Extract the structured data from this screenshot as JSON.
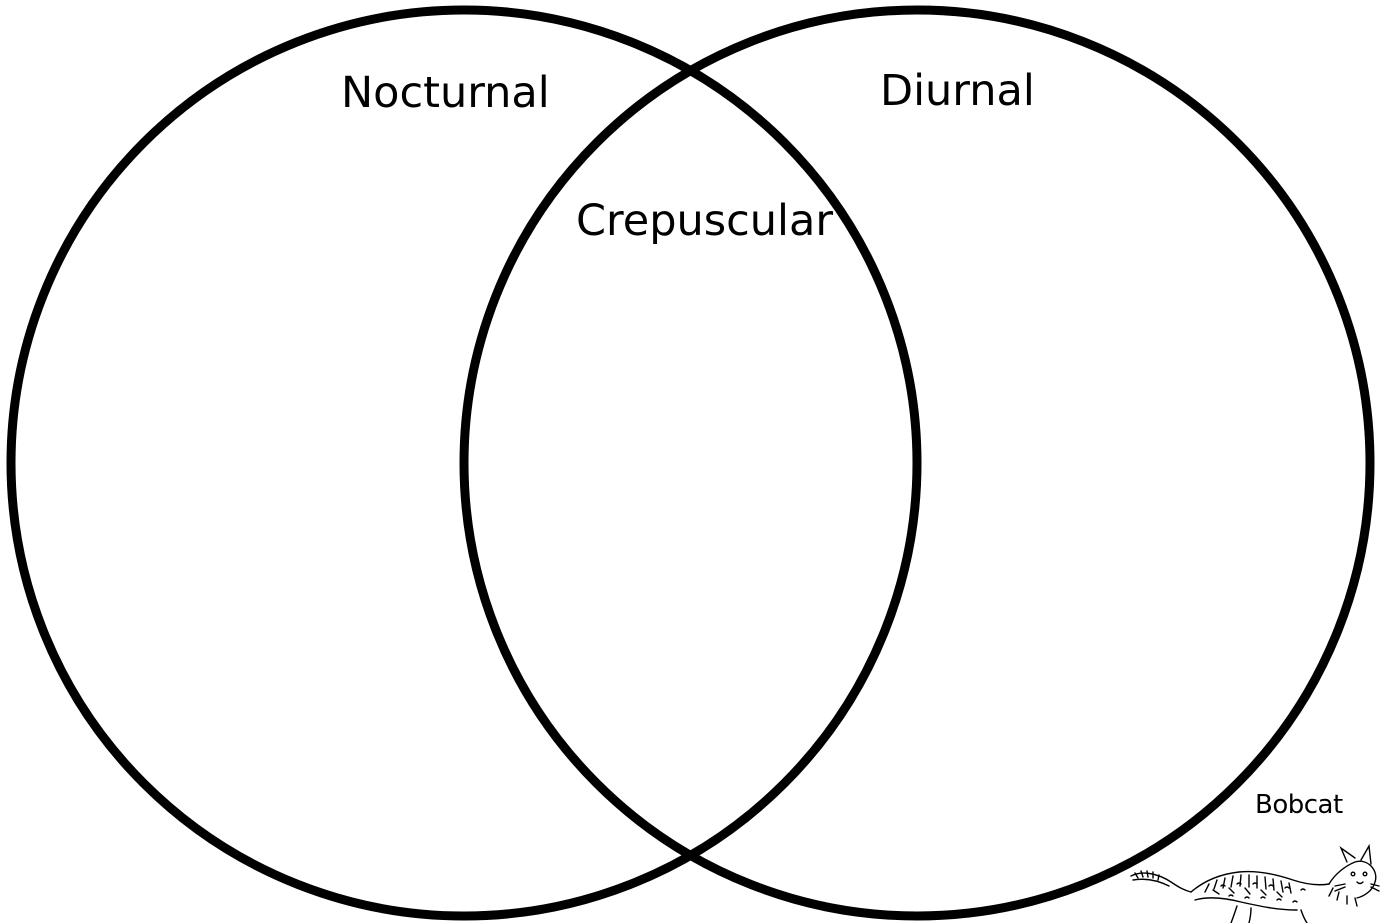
{
  "diagram": {
    "type": "venn",
    "sets": [
      {
        "id": "left",
        "label": "Nocturnal"
      },
      {
        "id": "right",
        "label": "Diurnal"
      }
    ],
    "intersection": {
      "label": "Crepuscular"
    },
    "stroke_color": "#000000",
    "background": "#ffffff"
  },
  "illustration": {
    "caption": "Bobcat",
    "icon": "bobcat-sketch"
  }
}
